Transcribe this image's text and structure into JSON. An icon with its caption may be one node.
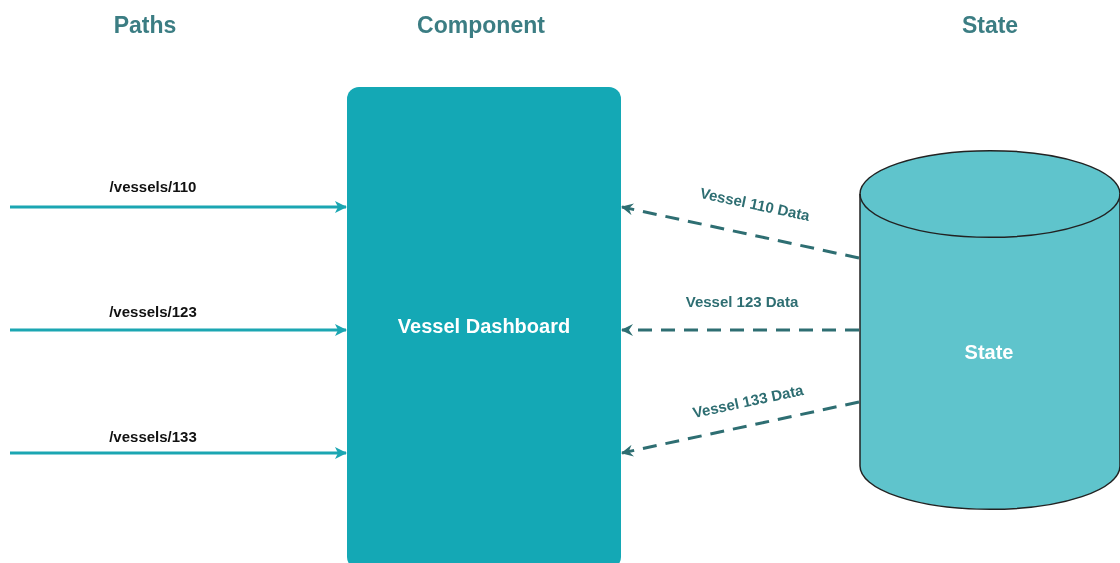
{
  "diagram": {
    "nodes": [
      {
        "text": [
          "Vessel Dashboard"
        ]
      },
      {
        "text": [
          "State"
        ]
      }
    ],
    "edges": [
      {
        "from": null,
        "to": 0,
        "arrow": "to",
        "label": "/vessels/110"
      },
      {
        "from": null,
        "to": 0,
        "arrow": "to",
        "label": "/vessels/123"
      },
      {
        "from": null,
        "to": 0,
        "arrow": "to",
        "label": "/vessels/133"
      },
      {
        "from": 1,
        "to": 0,
        "arrow": "to",
        "label": "Vessel 110 Data",
        "style": "dashed",
        "color": "#2e6e72"
      },
      {
        "from": 1,
        "to": 0,
        "arrow": "to",
        "label": "Vessel 123 Data",
        "style": "dashed",
        "color": "#2e6e72"
      },
      {
        "from": 1,
        "to": 0,
        "arrow": "to",
        "label": "Vessel 133 Data",
        "style": "dashed",
        "color": "#2e6e72"
      }
    ],
    "labels": [
      "Paths",
      "Component",
      "State"
    ]
  }
}
